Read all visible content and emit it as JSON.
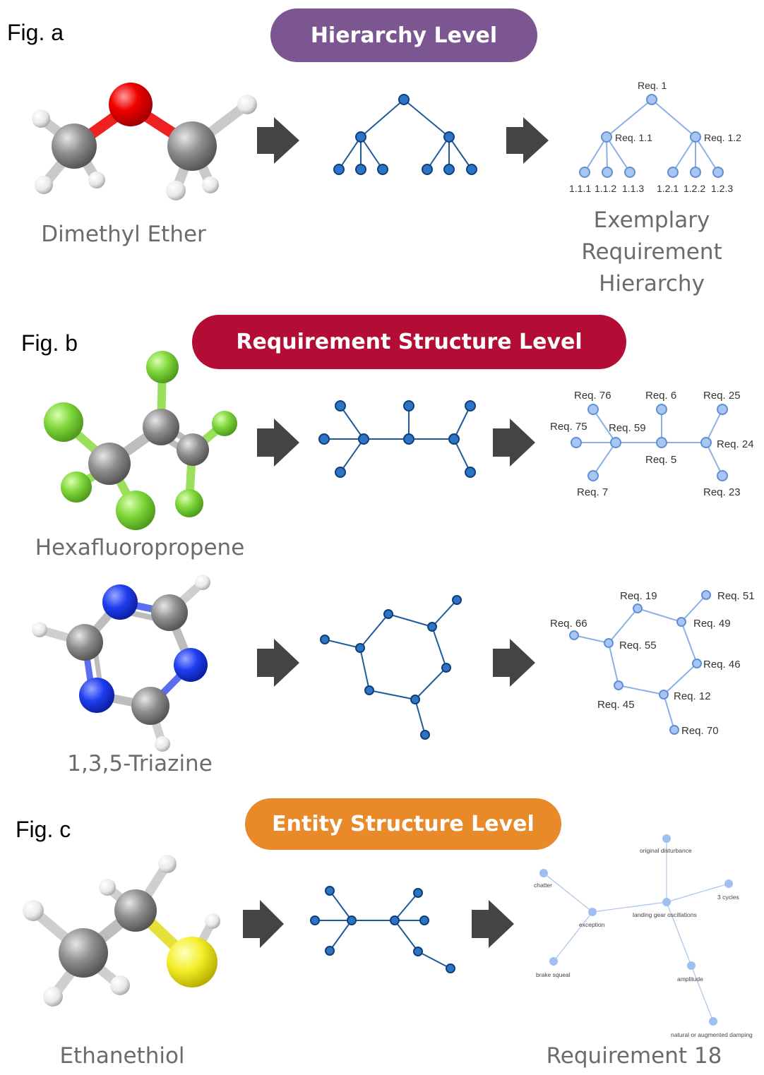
{
  "fig_a": {
    "label": "Fig. a",
    "banner": "Hierarchy Level",
    "molecule_name": "Dimethyl Ether",
    "tree_labels": [
      "Req. 1",
      "Req. 1.1",
      "Req. 1.2",
      "1.1.1",
      "1.1.2",
      "1.1.3",
      "1.2.1",
      "1.2.2",
      "1.2.3"
    ],
    "caption_lines": [
      "Exemplary",
      "Requirement",
      "Hierarchy"
    ]
  },
  "fig_b": {
    "label": "Fig. b",
    "banner": "Requirement Structure Level",
    "molecule_1_name": "Hexafluoropropene",
    "molecule_2_name": "1,3,5-Triazine",
    "graph_1_labels": [
      "Req. 76",
      "Req. 6",
      "Req. 25",
      "Req. 75",
      "Req. 59",
      "Req. 24",
      "Req. 5",
      "Req. 7",
      "Req. 23"
    ],
    "graph_2_labels": [
      "Req. 19",
      "Req. 51",
      "Req. 66",
      "Req. 49",
      "Req. 55",
      "Req. 46",
      "Req. 12",
      "Req. 45",
      "Req. 70"
    ]
  },
  "fig_c": {
    "label": "Fig. c",
    "banner": "Entity Structure Level",
    "molecule_name": "Ethanethiol",
    "graph_labels": [
      "original disturbance",
      "chatter",
      "3 cycles",
      "landing gear oscillations",
      "exception",
      "brake squeal",
      "amplitude",
      "natural or augmented damping"
    ],
    "caption": "Requirement 18"
  },
  "colors": {
    "hierarchy": "#7b5690",
    "requirement_structure": "#b30d35",
    "entity_structure": "#e8892a",
    "graph_dark": "#1f5a9a",
    "graph_light": "#8bb0e6",
    "arrow": "#444444"
  }
}
